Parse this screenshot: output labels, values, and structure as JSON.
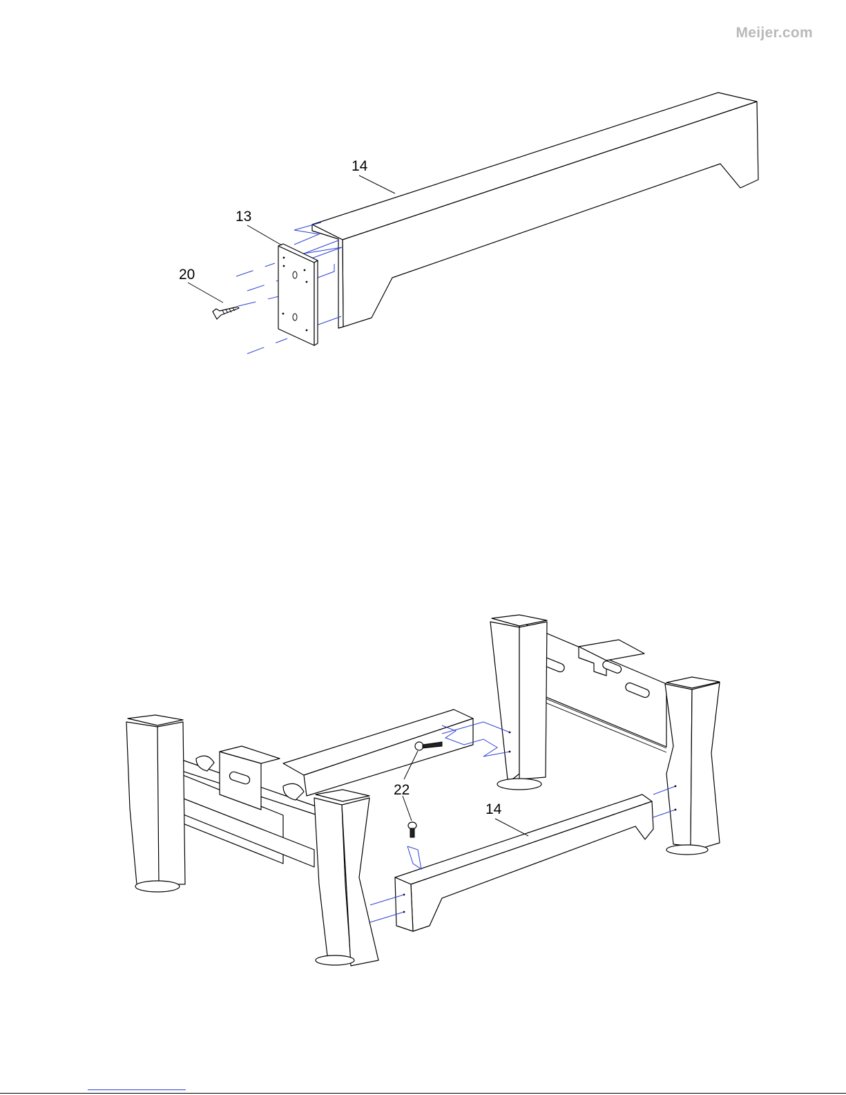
{
  "brand": {
    "text": "Meijer.com"
  },
  "figure1": {
    "callouts": {
      "part_14": "14",
      "part_13": "13",
      "part_20": "20"
    }
  },
  "figure2": {
    "callouts": {
      "part_22": "22",
      "part_14": "14"
    }
  },
  "colors": {
    "guide_lines": "#2b3fd0",
    "brand_text": "#b9b9b9",
    "line_art": "#000000"
  }
}
